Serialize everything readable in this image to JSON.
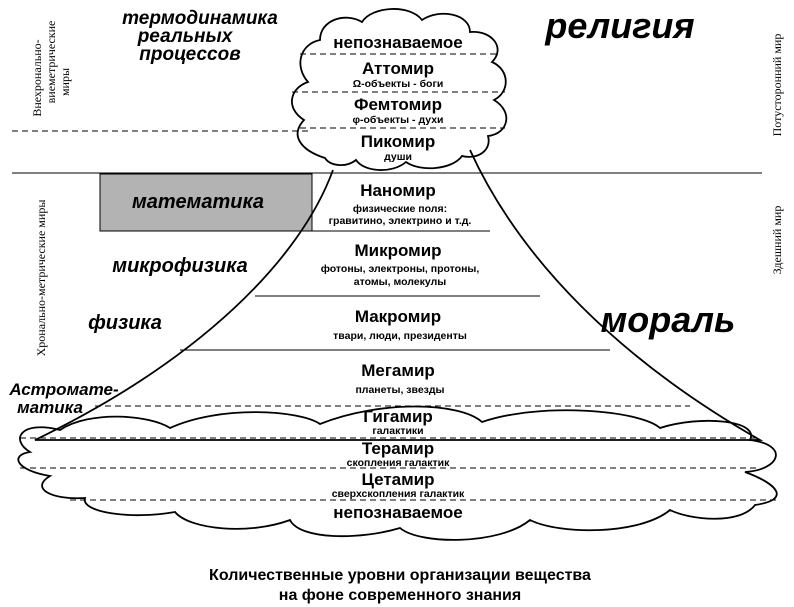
{
  "levels": {
    "top_unknown": "непознаваемое",
    "attomir": {
      "name": "Аттомир",
      "desc": "Ω-объекты - боги"
    },
    "femtomir": {
      "name": "Фемтомир",
      "desc": "φ-объекты - духи"
    },
    "pikomir": {
      "name": "Пикомир",
      "desc": "души"
    },
    "nanomir": {
      "name": "Наномир",
      "desc1": "физические поля:",
      "desc2": "гравитино, электрино и т.д."
    },
    "mikromir": {
      "name": "Микромир",
      "desc1": "фотоны, электроны, протоны,",
      "desc2": "атомы, молекулы"
    },
    "makromir": {
      "name": "Макромир",
      "desc": "твари, люди, президенты"
    },
    "megamir": {
      "name": "Мегамир",
      "desc": "планеты, звезды"
    },
    "gigamir": {
      "name": "Гигамир",
      "desc": "галактики"
    },
    "teramir": {
      "name": "Терамир",
      "desc": "скопления галактик"
    },
    "tsetamir": {
      "name": "Цетамир",
      "desc": "сверхскопления галактик"
    },
    "bottom_unknown": "непознаваемое"
  },
  "left_labels": {
    "thermo1": "термодинамика",
    "thermo2": "реальных",
    "thermo3": "процессов",
    "math": "математика",
    "microphysics": "микрофизика",
    "physics": "физика",
    "astro1": "Астромате-",
    "astro2": "матика"
  },
  "right_labels": {
    "religion": "религия",
    "morality": "мораль"
  },
  "vertical_labels": {
    "extra1": "Внехронально-",
    "extra2": "виеметрические",
    "extra3": "миры",
    "chrono": "Хронально-метрические миры",
    "otherworld": "Потусторонний мир",
    "thisworld": "Здешний мир"
  },
  "caption": {
    "line1": "Количественные уровни организации вещества",
    "line2": "на фоне современного знания"
  },
  "colors": {
    "math_box": "#b3b3b3",
    "line": "#000000"
  }
}
